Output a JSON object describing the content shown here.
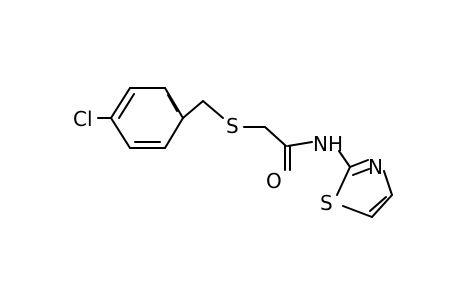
{
  "molecule": {
    "atoms": {
      "chlorine": "Cl",
      "sulfur_thioether": "S",
      "oxygen_carbonyl": "O",
      "nitrogen_amide": "NH",
      "sulfur_ring": "S",
      "nitrogen_ring": "N"
    },
    "colors": {
      "bond": "#000000",
      "label": "#000000",
      "background": "#ffffff"
    }
  }
}
